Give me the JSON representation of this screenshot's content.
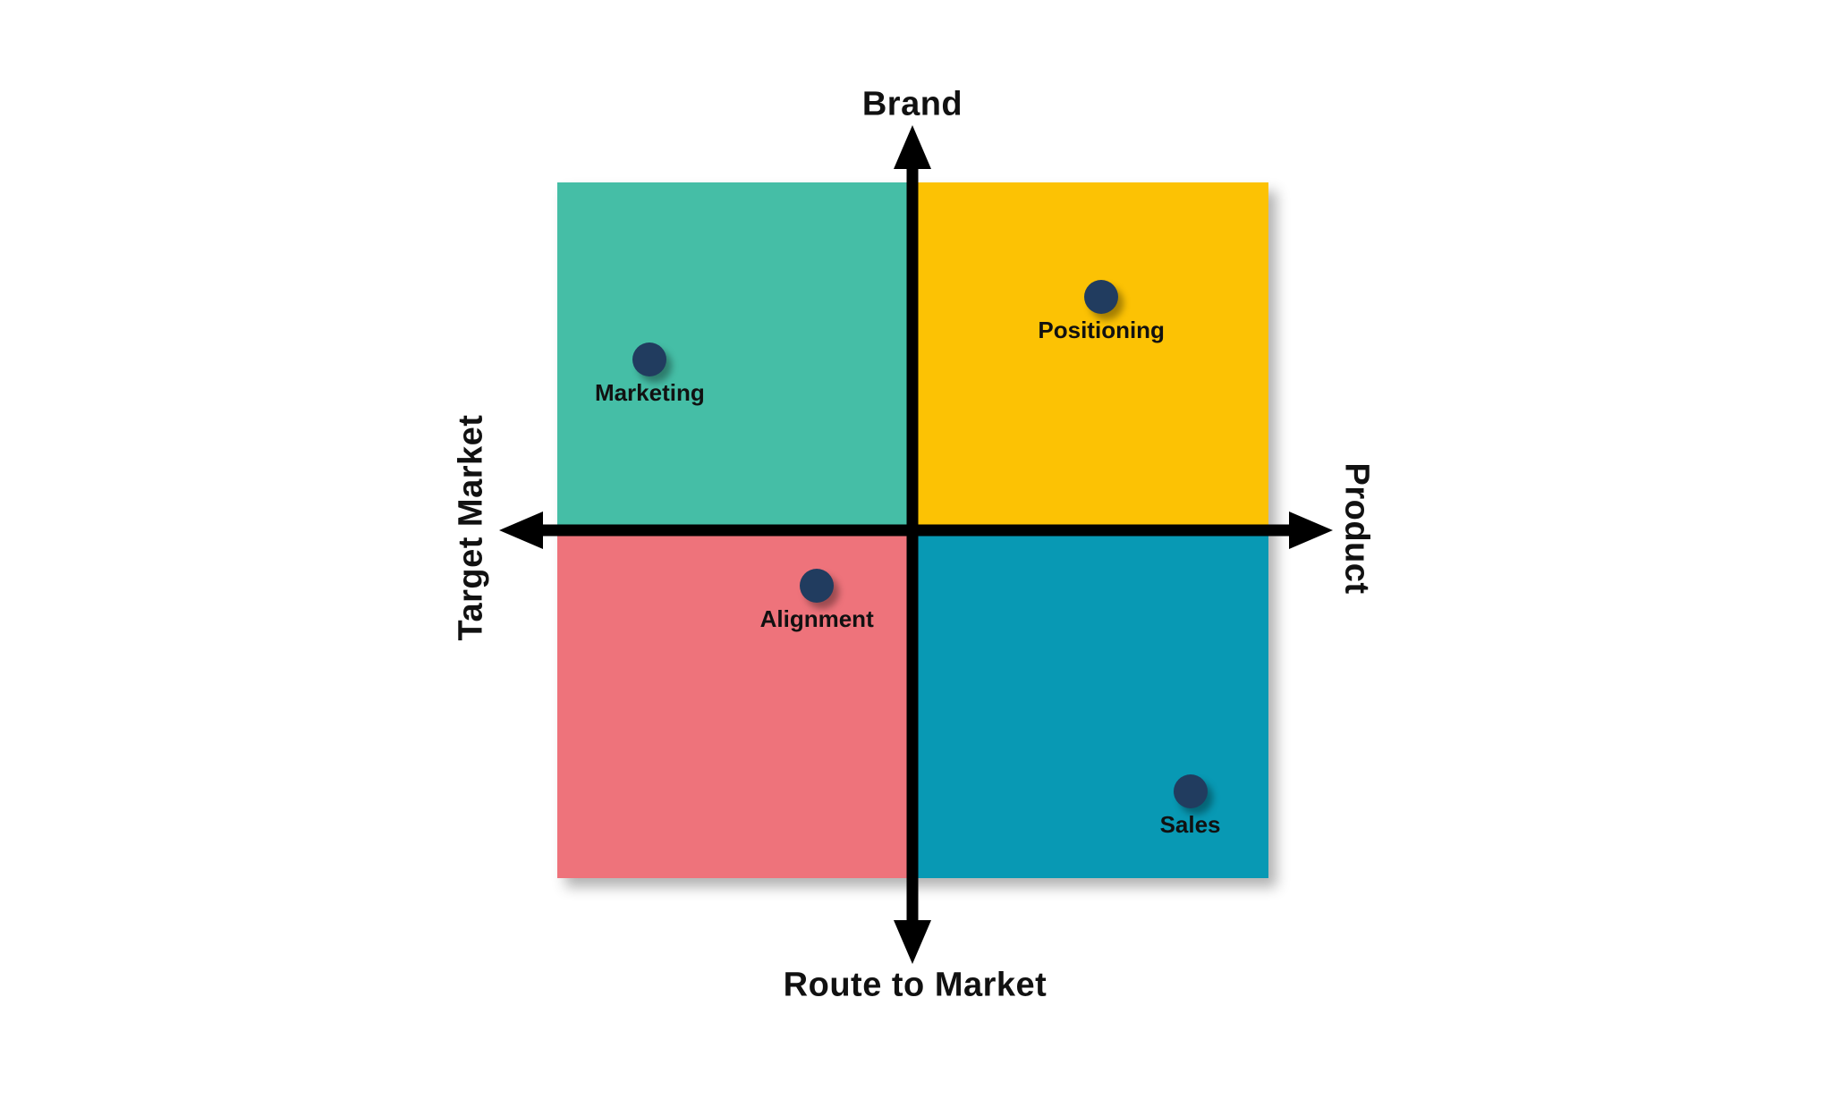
{
  "chart_data": {
    "type": "scatter",
    "subtype": "quadrant-matrix",
    "title": "",
    "axis_labels": {
      "top": "Brand",
      "right": "Product",
      "bottom": "Route to Market",
      "left": "Target Market"
    },
    "xlim": [
      -1,
      1
    ],
    "ylim": [
      -1,
      1
    ],
    "grid": false,
    "legend": "none",
    "quadrants": {
      "top_left": {
        "color": "#45BEA6"
      },
      "top_right": {
        "color": "#FCC204"
      },
      "bottom_left": {
        "color": "#EE737B"
      },
      "bottom_right": {
        "color": "#0899B4"
      }
    },
    "points": [
      {
        "label": "Marketing",
        "x": -0.74,
        "y": 0.49,
        "quadrant": "top_left"
      },
      {
        "label": "Positioning",
        "x": 0.53,
        "y": 0.67,
        "quadrant": "top_right"
      },
      {
        "label": "Alignment",
        "x": -0.27,
        "y": -0.16,
        "quadrant": "bottom_left"
      },
      {
        "label": "Sales",
        "x": 0.78,
        "y": -0.75,
        "quadrant": "bottom_right"
      }
    ],
    "point_color": "#213C5F",
    "axis_color": "#000000",
    "label_color": "#111111",
    "background": "#FFFFFF"
  }
}
